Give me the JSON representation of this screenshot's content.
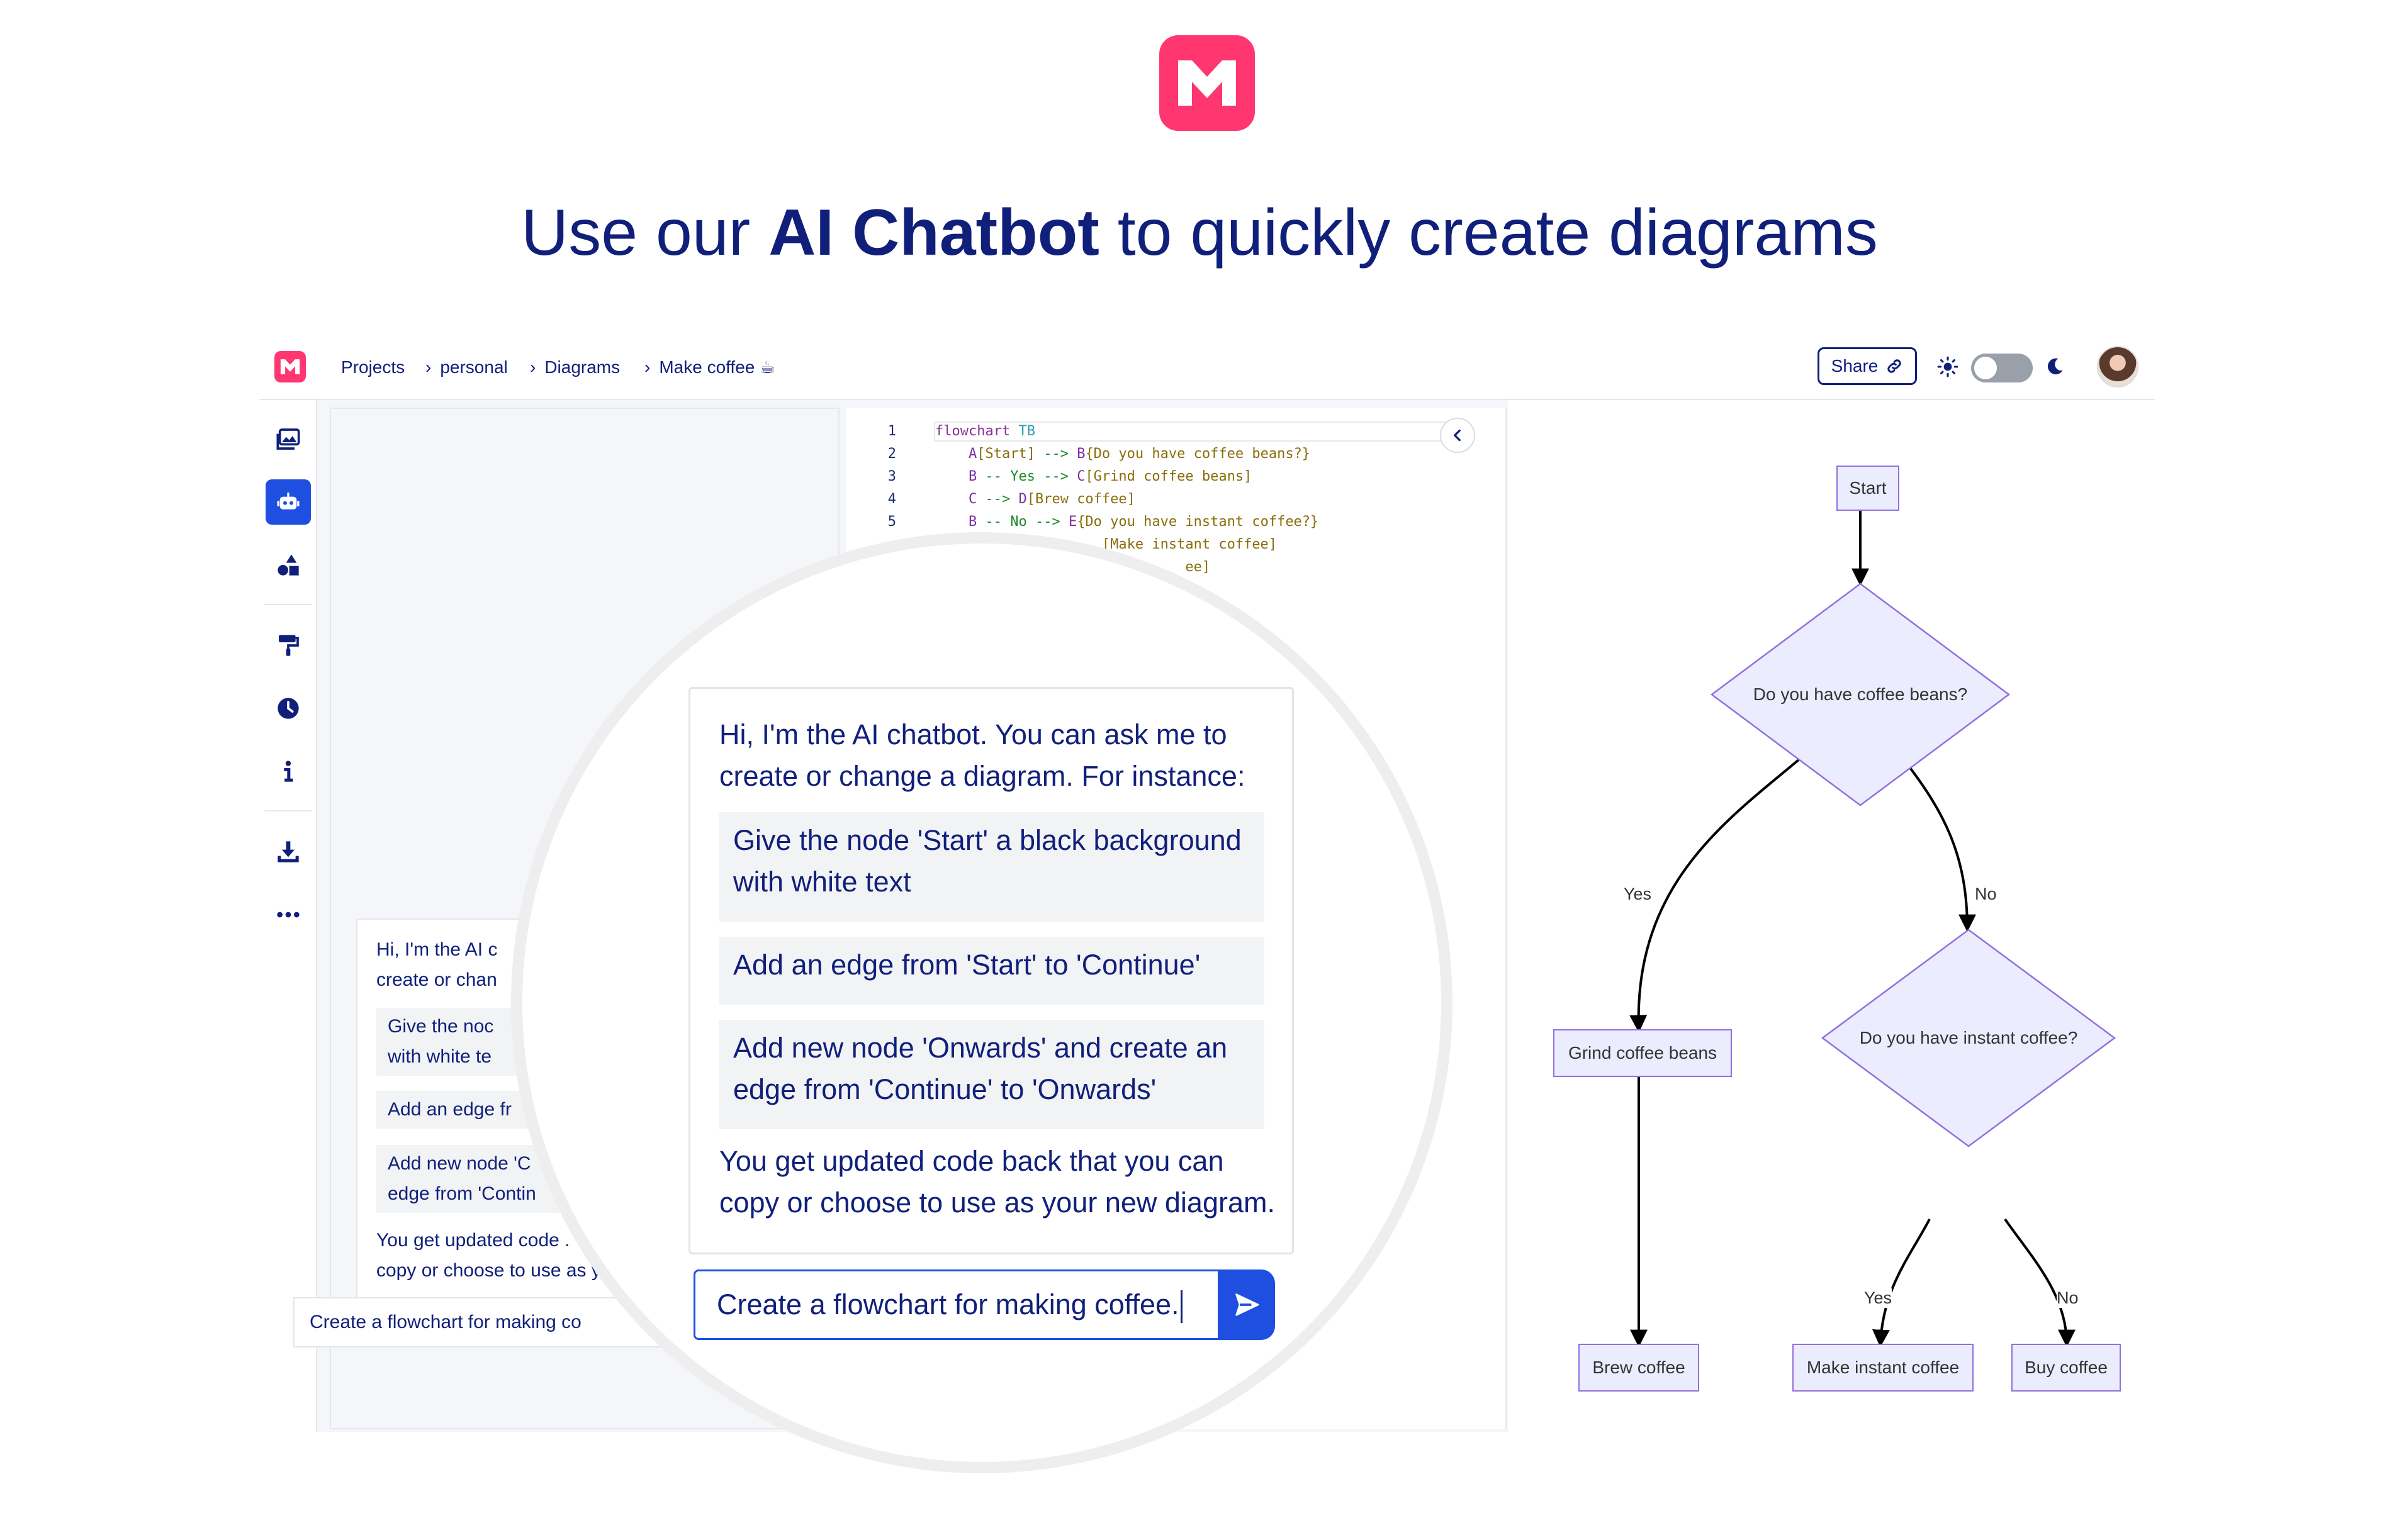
{
  "hero": {
    "headline_pre": "Use our ",
    "headline_bold": "AI Chatbot",
    "headline_post": " to quickly create diagrams",
    "logo_color": "#ff3670"
  },
  "topbar": {
    "breadcrumbs": [
      "Projects",
      "personal",
      "Diagrams",
      "Make coffee ☕"
    ],
    "separator": "›",
    "share_label": "Share",
    "accent": "#10207a"
  },
  "sidebar": {
    "icons": [
      "image-icon",
      "bot-icon",
      "shapes-icon",
      "paint-roller-icon",
      "clock-icon",
      "info-icon",
      "download-icon",
      "more-icon"
    ],
    "active_color": "#1e4fe0"
  },
  "code": {
    "lines": [
      {
        "n": "1",
        "parts": [
          [
            "kw",
            "flowchart"
          ],
          [
            "tb",
            " TB"
          ]
        ]
      },
      {
        "n": "2",
        "parts": [
          [
            "id",
            "    A"
          ],
          [
            "str",
            "[Start]"
          ],
          [
            "ar",
            " --> "
          ],
          [
            "id",
            "B"
          ],
          [
            "str",
            "{Do you have coffee beans?}"
          ]
        ]
      },
      {
        "n": "3",
        "parts": [
          [
            "id",
            "    B"
          ],
          [
            "ar",
            " -- Yes --> "
          ],
          [
            "id",
            "C"
          ],
          [
            "str",
            "[Grind coffee beans]"
          ]
        ]
      },
      {
        "n": "4",
        "parts": [
          [
            "id",
            "    C"
          ],
          [
            "ar",
            " --> "
          ],
          [
            "id",
            "D"
          ],
          [
            "str",
            "[Brew coffee]"
          ]
        ]
      },
      {
        "n": "5",
        "parts": [
          [
            "id",
            "    B"
          ],
          [
            "ar",
            " -- No --> "
          ],
          [
            "id",
            "E"
          ],
          [
            "str",
            "{Do you have instant coffee?}"
          ]
        ]
      },
      {
        "n": "",
        "parts": [
          [
            "str",
            "                    [Make instant coffee]"
          ]
        ]
      },
      {
        "n": "",
        "parts": [
          [
            "str",
            "                              ee]"
          ]
        ]
      }
    ]
  },
  "chat": {
    "intro": [
      "Hi, I'm the AI chatbot. You can ask me to",
      "create or change a diagram. For instance:"
    ],
    "suggestions": [
      [
        "Give the node 'Start' a black background",
        "with white text"
      ],
      [
        "Add an edge from 'Start' to 'Continue'"
      ],
      [
        "Add new node 'Onwards' and create an",
        "edge from 'Continue' to 'Onwards'"
      ]
    ],
    "outro": [
      "You get updated code back that you can",
      "copy or choose to use as your new diagram."
    ],
    "input_value": "Create a flowchart for making coffee."
  },
  "chat_small": {
    "intro": [
      "Hi, I'm the AI c",
      "create or chan"
    ],
    "suggestions": [
      [
        "Give the noc",
        "with white te"
      ],
      [
        "Add an edge fr"
      ],
      [
        "Add new node 'C",
        "edge from 'Contin"
      ]
    ],
    "outro": [
      "You get updated code .",
      "copy or choose to use as y"
    ],
    "input_value": "Create a flowchart for making co"
  },
  "diagram": {
    "nodes": {
      "start": "Start",
      "beans": "Do you have coffee beans?",
      "grind": "Grind coffee beans",
      "instant_q": "Do you have instant coffee?",
      "brew": "Brew coffee",
      "make_instant": "Make instant coffee",
      "buy": "Buy coffee"
    },
    "edge_labels": {
      "yes1": "Yes",
      "no1": "No",
      "yes2": "Yes",
      "no2": "No"
    },
    "node_fill": "#ececff",
    "node_stroke": "#9370db"
  }
}
